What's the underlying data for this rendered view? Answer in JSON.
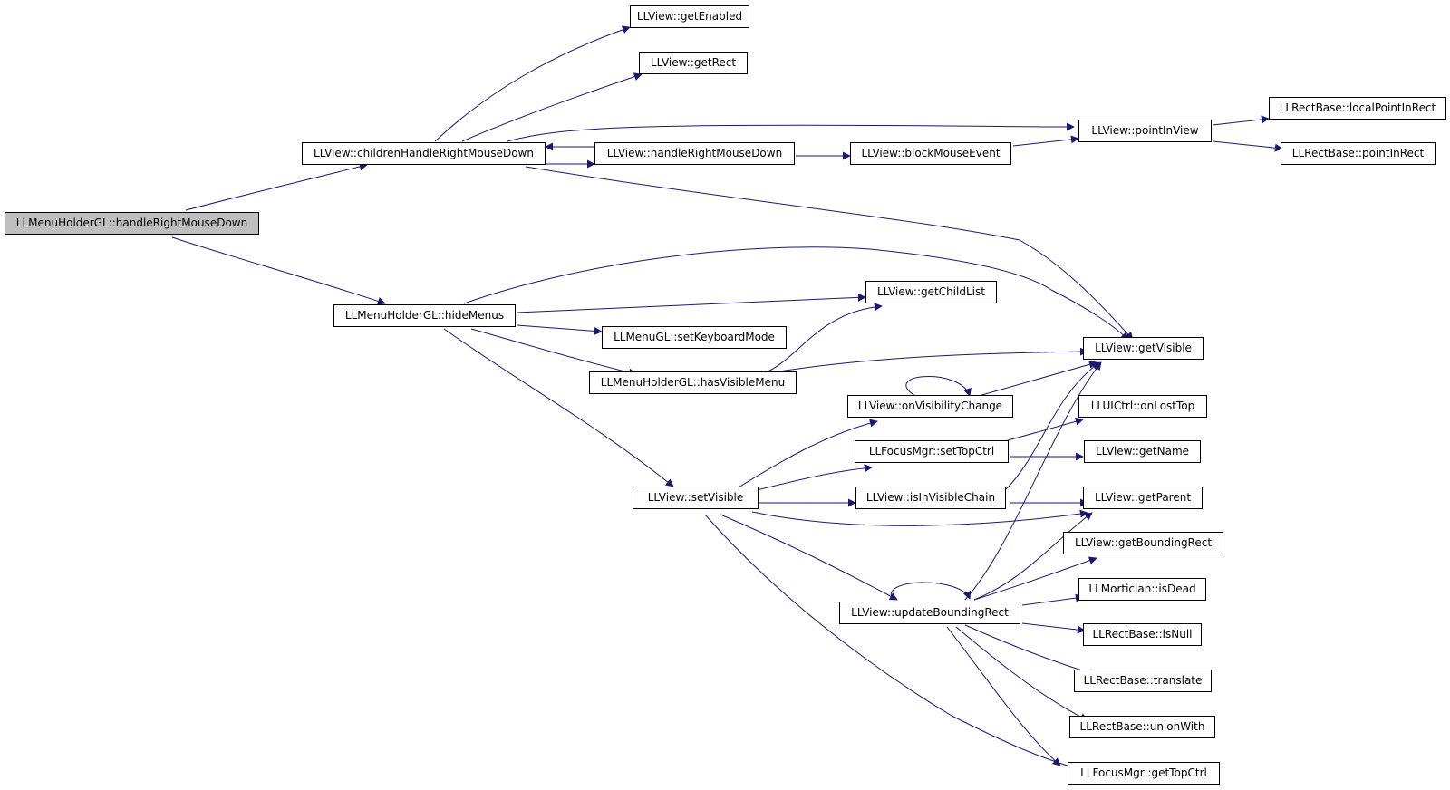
{
  "colors": {
    "edge": "#191970",
    "root_fill": "#bfbfbf",
    "node_fill": "#ffffff",
    "border": "#000000"
  },
  "nodes": {
    "root": "LLMenuHolderGL::handleRightMouseDown",
    "childrenHandleRightMouseDown": "LLView::childrenHandleRightMouseDown",
    "getEnabled": "LLView::getEnabled",
    "getRect": "LLView::getRect",
    "handleRightMouseDown": "LLView::handleRightMouseDown",
    "blockMouseEvent": "LLView::blockMouseEvent",
    "pointInView": "LLView::pointInView",
    "localPointInRect": "LLRectBase::localPointInRect",
    "pointInRect": "LLRectBase::pointInRect",
    "hideMenus": "LLMenuHolderGL::hideMenus",
    "getChildList": "LLView::getChildList",
    "setKeyboardMode": "LLMenuGL::setKeyboardMode",
    "hasVisibleMenu": "LLMenuHolderGL::hasVisibleMenu",
    "getVisible": "LLView::getVisible",
    "onVisibilityChange": "LLView::onVisibilityChange",
    "onLostTop": "LLUICtrl::onLostTop",
    "setTopCtrl": "LLFocusMgr::setTopCtrl",
    "getName": "LLView::getName",
    "setVisible": "LLView::setVisible",
    "isInVisibleChain": "LLView::isInVisibleChain",
    "getParent": "LLView::getParent",
    "getBoundingRect": "LLView::getBoundingRect",
    "isDead": "LLMortician::isDead",
    "updateBoundingRect": "LLView::updateBoundingRect",
    "isNull": "LLRectBase::isNull",
    "translate": "LLRectBase::translate",
    "unionWith": "LLRectBase::unionWith",
    "getTopCtrl": "LLFocusMgr::getTopCtrl"
  }
}
